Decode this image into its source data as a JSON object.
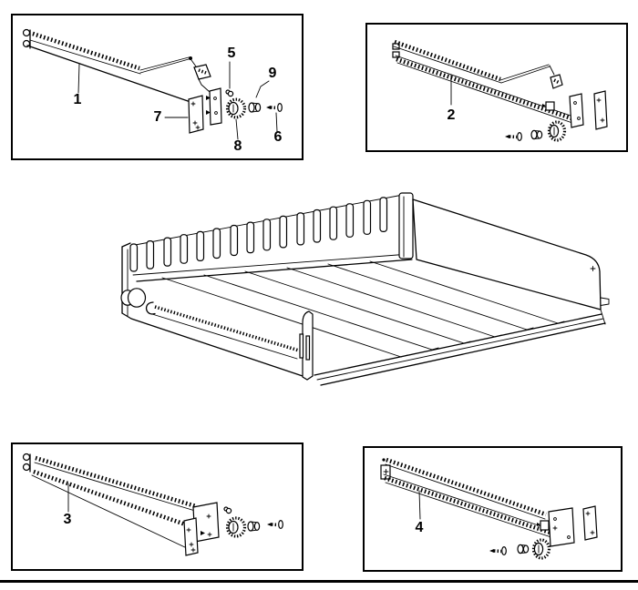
{
  "figure": {
    "background": "#ffffff",
    "line_color": "#000000",
    "callouts": {
      "c1": "1",
      "c2": "2",
      "c3": "3",
      "c4": "4",
      "c5": "5",
      "c6": "6",
      "c7": "7",
      "c8": "8",
      "c9": "9"
    }
  }
}
